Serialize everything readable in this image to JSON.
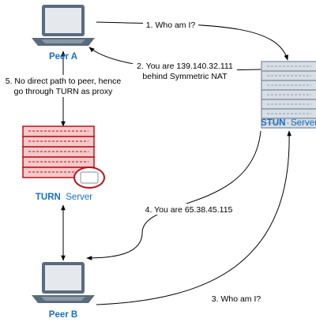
{
  "nodes": {
    "peer_a": {
      "name": "Peer A"
    },
    "peer_b": {
      "name": "Peer B"
    },
    "stun": {
      "name": "STUN",
      "suffix": "Server"
    },
    "turn": {
      "name": "TURN",
      "suffix": "Server"
    }
  },
  "edges": {
    "e1": {
      "text": "1. Who am I?"
    },
    "e2": {
      "line1": "2. You are 139.140.32.111",
      "line2": "behind Symmetric NAT"
    },
    "e3": {
      "text": "3. Who am I?"
    },
    "e4": {
      "text": "4. You are 65.38.45.115"
    },
    "e5": {
      "line1": "5. No direct path to peer, hence",
      "line2": "go through TURN as proxy"
    }
  },
  "colors": {
    "stroke": "#000000",
    "label_blue": "#1a6fc2",
    "turn_red": "#b5141b",
    "turn_fill": "#f5c9c9",
    "stun_gray": "#8d9bab",
    "stun_fill": "#d8dee6",
    "laptop_screen": "#e5e8ec",
    "laptop_frame": "#5a6b7d"
  }
}
